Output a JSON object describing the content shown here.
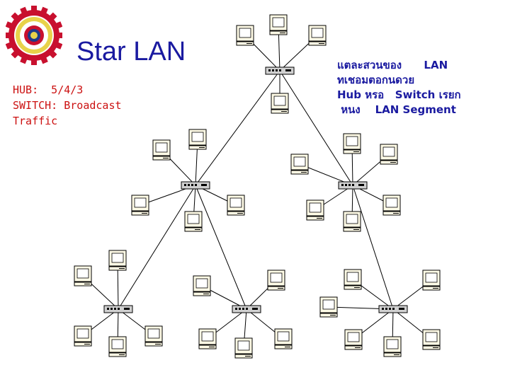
{
  "title": "Star LAN",
  "left_notes": [
    "HUB:  5/4/3",
    "SWITCH: Broadcast",
    "Traffic"
  ],
  "right_notes": [
    "แตละสวนของ      LAN",
    "ทเชอมตอกนดวย",
    "Hub หรอ   Switch เรยก",
    " หนง    LAN Segment"
  ],
  "colors": {
    "title": "#1a1aa0",
    "left_notes": "#cc1111",
    "right_notes": "#1a1aa0",
    "logo_primary": "#c8102e",
    "logo_accent": "#1e3a8a"
  },
  "icons": {
    "logo": "university-seal-icon",
    "computer": "desktop-computer-icon",
    "hub": "network-hub-icon"
  }
}
